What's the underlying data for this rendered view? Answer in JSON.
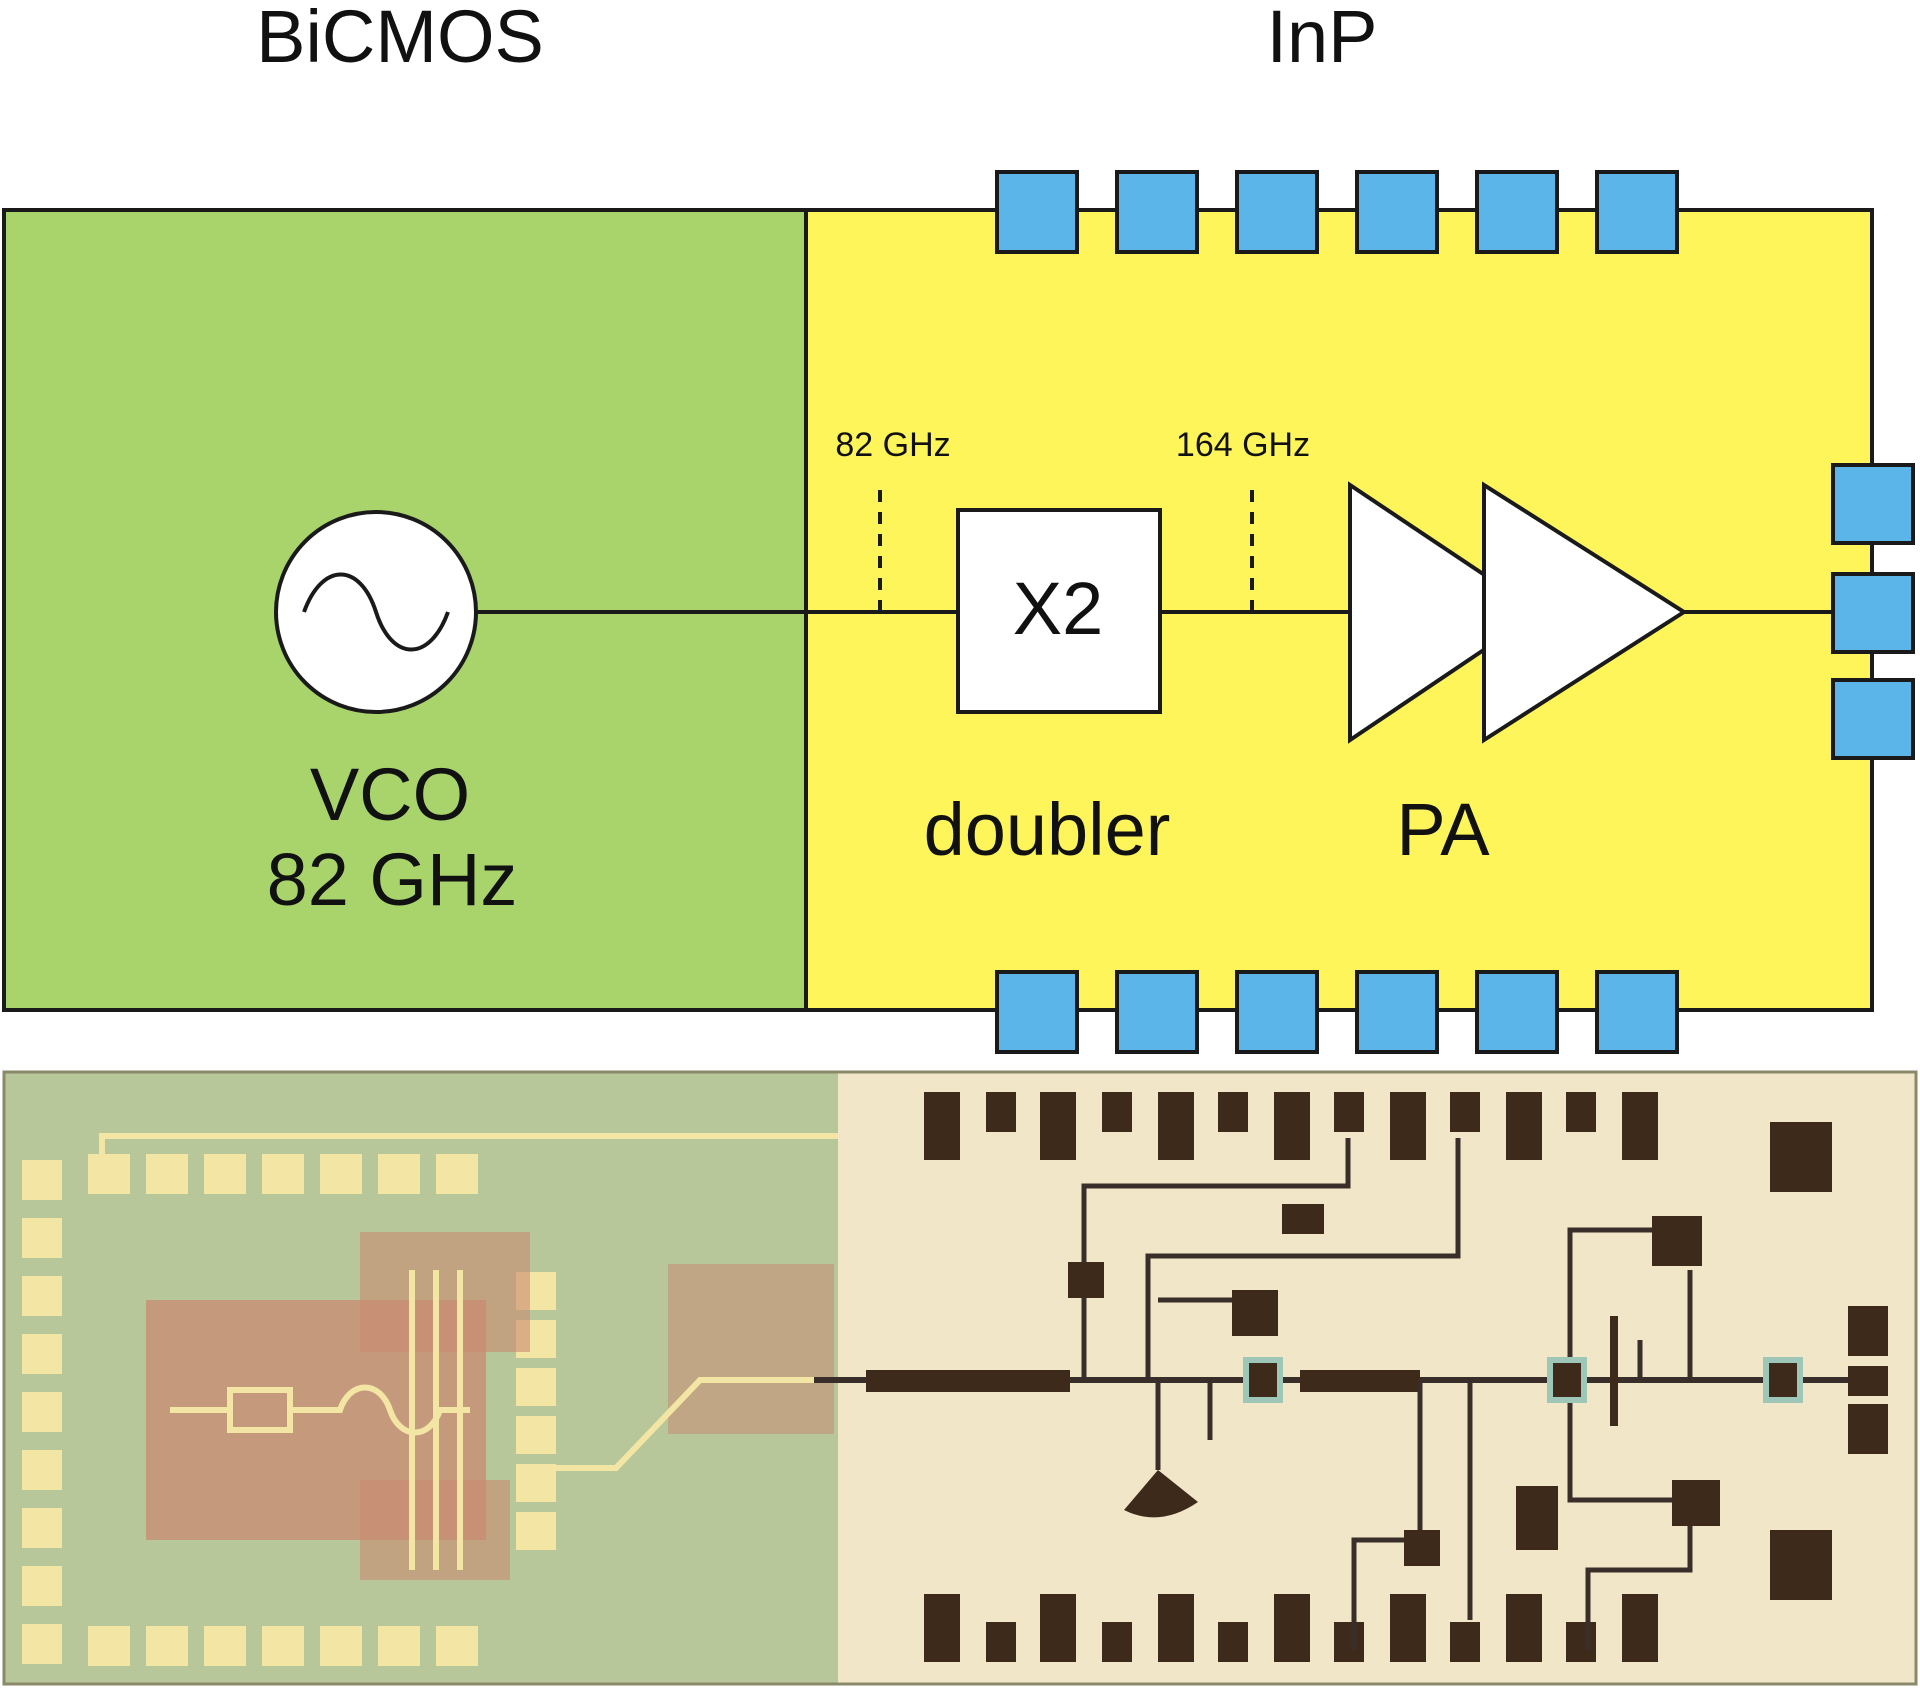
{
  "labels": {
    "bicmos": "BiCMOS",
    "inp": "InP",
    "vco_line1": "VCO",
    "vco_line2": "82 GHz",
    "freq_in": "82 GHz",
    "freq_out": "164 GHz",
    "doubler_box": "X2",
    "doubler": "doubler",
    "pa": "PA"
  },
  "colors": {
    "bicmos_block": "#a9d46b",
    "inp_block": "#fef55a",
    "pad": "#5bb5e8",
    "outline": "#1a1a1a",
    "die_bicmos": "#b7c79a",
    "die_inp": "#f2e6c8",
    "die_pad_bicmos": "#f3e6a4",
    "die_pad_inp": "#3d2a1a",
    "die_vco_core": "#c98a72",
    "die_line": "#3a2e2a"
  },
  "pads": {
    "top_count": 6,
    "bottom_count": 6,
    "right_count": 3
  }
}
